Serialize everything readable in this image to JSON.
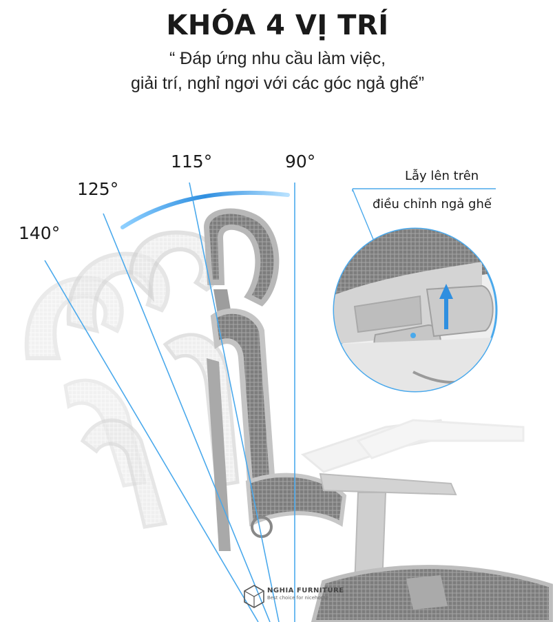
{
  "heading": "KHÓA 4 VỊ TRÍ",
  "quote": {
    "line1": "“ Đáp ứng nhu cầu làm việc,",
    "line2": "giải trí, nghỉ ngơi với các góc ngả ghế”"
  },
  "angles": {
    "a90": "90°",
    "a115": "115°",
    "a125": "125°",
    "a140": "140°"
  },
  "callout": {
    "line1": "Lẫy lên trên",
    "line2": "điều chỉnh ngả ghế"
  },
  "brand": {
    "name": "NGHIA FURNITURE",
    "tagline": "Best choice for nicehome"
  },
  "colors": {
    "accent": "#2f8fe0",
    "line": "#4aa9ec",
    "mesh": "#8a8a8a",
    "frame": "#bfbfbf"
  }
}
